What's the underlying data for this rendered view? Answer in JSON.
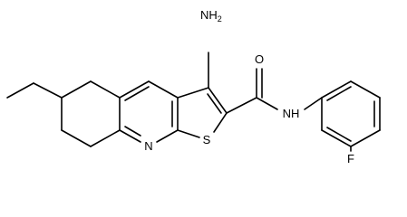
{
  "labels": {
    "amine": "NH",
    "amine_sub": "2",
    "carbonyl_oxygen": "O",
    "amide_nh": "NH",
    "ring_nitrogen": "N",
    "thiophene_sulfur": "S",
    "fluorine": "F"
  }
}
